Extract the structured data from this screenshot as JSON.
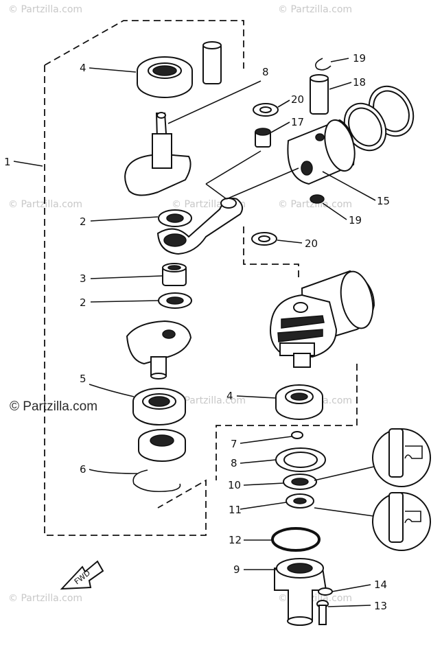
{
  "diagram": {
    "watermarks": [
      "© Partzilla.com",
      "© Partzilla.com",
      "© Partzilla.com",
      "© Partzilla.com",
      "© Partzilla.com",
      "© Partzilla.com",
      "© Partzilla.com",
      "© Partzilla.com",
      "© Partzilla.com"
    ],
    "main_watermark": "© Partzilla.com",
    "fwd_label": "FWD",
    "callouts": [
      "1",
      "4",
      "8",
      "2",
      "3",
      "2",
      "5",
      "6",
      "20",
      "17",
      "18",
      "19",
      "15",
      "19",
      "20",
      "4",
      "7",
      "8",
      "10",
      "11",
      "12",
      "9",
      "14",
      "13"
    ]
  }
}
